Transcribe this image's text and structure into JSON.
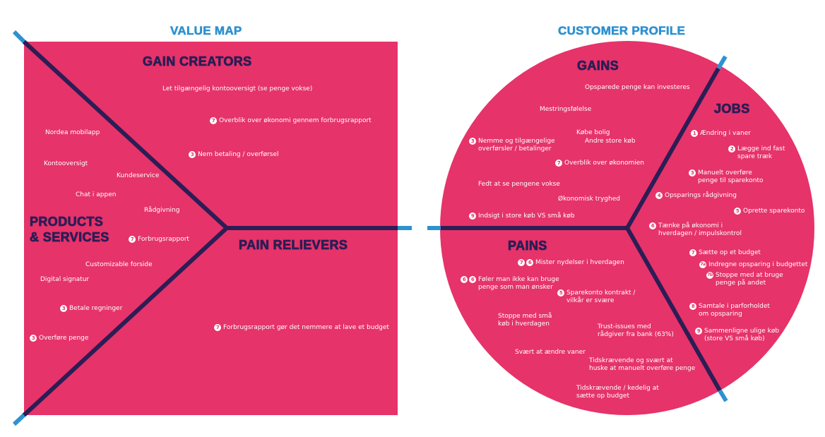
{
  "colors": {
    "background": "#ffffff",
    "panel": "#e6336a",
    "divider": "#2c1d55",
    "divider_tip": "#2f91d0",
    "title": "#2f91d0",
    "section_heading": "#2c1d55",
    "note_text": "#ffffff"
  },
  "value_map": {
    "title": "VALUE MAP",
    "gain_creators": {
      "heading": "GAIN CREATORS",
      "items": [
        {
          "badges": [],
          "text": "Let tilgængelig kontooversigt (se penge vokse)"
        },
        {
          "badges": [
            "7"
          ],
          "text": "Overblik over økonomi gennem forbrugsrapport"
        },
        {
          "badges": [
            "3"
          ],
          "text": "Nem betaling / overførsel"
        }
      ]
    },
    "products_services": {
      "heading_line1": "PRODUCTS",
      "heading_line2": "& SERVICES",
      "items": [
        {
          "badges": [],
          "text": "Nordea mobilapp"
        },
        {
          "badges": [],
          "text": "Kontooversigt"
        },
        {
          "badges": [],
          "text": "Kundeservice"
        },
        {
          "badges": [],
          "text": "Chat i appen"
        },
        {
          "badges": [],
          "text": "Rådgivning"
        },
        {
          "badges": [
            "7"
          ],
          "text": "Forbrugsrapport"
        },
        {
          "badges": [],
          "text": "Customizable forside"
        },
        {
          "badges": [],
          "text": "Digital signatur"
        },
        {
          "badges": [
            "3"
          ],
          "text": "Betale regninger"
        },
        {
          "badges": [
            "3"
          ],
          "text": "Overføre penge"
        }
      ]
    },
    "pain_relievers": {
      "heading": "PAIN RELIEVERS",
      "items": [
        {
          "badges": [
            "7"
          ],
          "text": "Forbrugsrapport gør det nemmere at lave et budget"
        }
      ]
    }
  },
  "customer_profile": {
    "title": "CUSTOMER PROFILE",
    "gains": {
      "heading": "GAINS",
      "items": [
        {
          "badges": [],
          "text": "Opsparede penge kan investeres"
        },
        {
          "badges": [],
          "text": "Mestringsfølelse"
        },
        {
          "badges": [],
          "text": "Købe bolig"
        },
        {
          "badges": [],
          "text": "Andre store køb"
        },
        {
          "badges": [
            "3"
          ],
          "text": "Nemme og tilgængelige\noverførsler / betalinger"
        },
        {
          "badges": [
            "7"
          ],
          "text": "Overblik over økonomien"
        },
        {
          "badges": [],
          "text": "Fedt at se pengene vokse"
        },
        {
          "badges": [],
          "text": "Økonomisk tryghed"
        },
        {
          "badges": [
            "9"
          ],
          "text": "Indsigt i store køb VS små køb"
        }
      ]
    },
    "jobs": {
      "heading": "JOBS",
      "items": [
        {
          "badges": [
            "1"
          ],
          "text": "Ændring i vaner"
        },
        {
          "badges": [
            "2"
          ],
          "text": "Lægge ind fast\nspare træk"
        },
        {
          "badges": [
            "3"
          ],
          "text": "Manuelt overføre\npenge til sparekonto"
        },
        {
          "badges": [
            "4"
          ],
          "text": "Opsparings rådgivning"
        },
        {
          "badges": [
            "5"
          ],
          "text": "Oprette sparekonto"
        },
        {
          "badges": [
            "6"
          ],
          "text": "Tænke på økonomi i\nhverdagen / impulskontrol"
        },
        {
          "badges": [
            "7"
          ],
          "text": "Sætte op et budget"
        },
        {
          "badges": [
            "7a"
          ],
          "text": "Indregne opsparing i budgettet"
        },
        {
          "badges": [
            "7b"
          ],
          "text": "Stoppe med at bruge\npenge på andet"
        },
        {
          "badges": [
            "8"
          ],
          "text": "Samtale i parforholdet\nom opsparing"
        },
        {
          "badges": [
            "9"
          ],
          "text": "Sammenligne ulige køb\n(store VS små køb)"
        }
      ]
    },
    "pains": {
      "heading": "PAINS",
      "items": [
        {
          "badges": [
            "7",
            "6"
          ],
          "text": "Mister nydelser i hverdagen"
        },
        {
          "badges": [
            "6",
            "6"
          ],
          "text": "Føler man ikke kan bruge\npenge som man ønsker"
        },
        {
          "badges": [
            "5"
          ],
          "text": "Sparekonto kontrakt /\nvilkår er svære"
        },
        {
          "badges": [],
          "text": "Stoppe med små\nkøb i hverdagen"
        },
        {
          "badges": [],
          "text": "Trust-issues med\nrådgiver fra bank (63%)"
        },
        {
          "badges": [],
          "text": "Svært at ændre vaner"
        },
        {
          "badges": [],
          "text": "Tidskrævende og svært at\nhuske at manuelt overføre penge"
        },
        {
          "badges": [],
          "text": "Tidskrævende / kedelig at\nsætte op budget"
        }
      ]
    }
  }
}
